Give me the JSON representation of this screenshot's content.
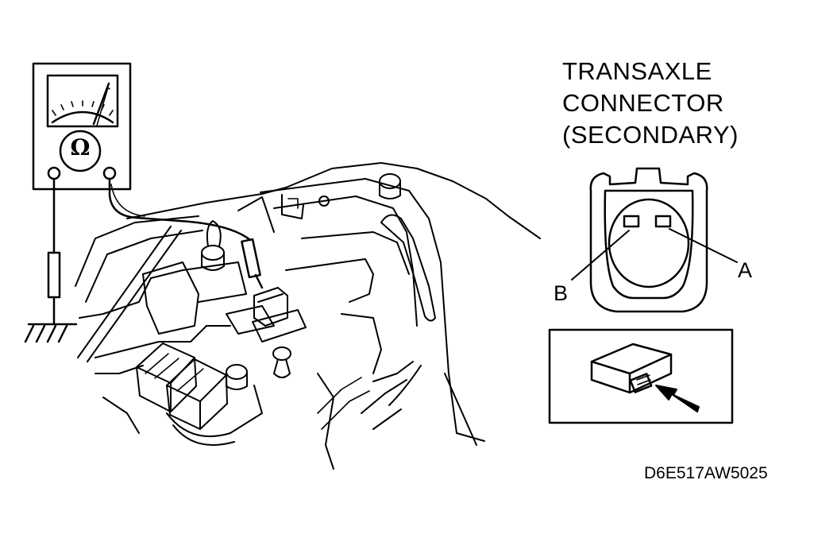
{
  "connector": {
    "title_lines": [
      "TRANSAXLE",
      "CONNECTOR",
      "(SECONDARY)"
    ],
    "terminal_a": "A",
    "terminal_b": "B"
  },
  "meter": {
    "symbol": "Ω"
  },
  "figure_code": "D6E517AW5025",
  "icons": [
    "ohmmeter-icon",
    "ground-symbol-icon",
    "arrow-icon",
    "connector-icon"
  ]
}
